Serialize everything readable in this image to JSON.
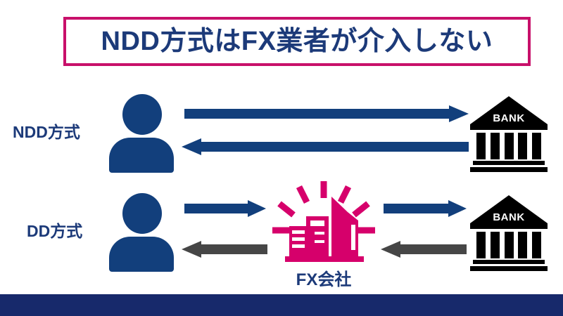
{
  "page": {
    "title_text": "NDD方式はFX業者が介入しない",
    "background_color": "#ffffff"
  },
  "colors": {
    "navy": "#123f7c",
    "navy_dark_text": "#1c3a79",
    "crimson": "#c8106a",
    "gray": "#464646",
    "black": "#000000",
    "bottom_bar": "#17296b"
  },
  "rows": [
    {
      "id": "ndd",
      "label": "NDD方式",
      "left_actor": "person-icon",
      "right_actor": "bank-icon",
      "right_actor_label": "BANK",
      "arrows": [
        {
          "name": "ndd-outbound-arrow",
          "direction": "right",
          "color": "#123f7c"
        },
        {
          "name": "ndd-inbound-arrow",
          "direction": "left",
          "color": "#123f7c"
        }
      ]
    },
    {
      "id": "dd",
      "label": "DD方式",
      "left_actor": "person-icon",
      "middle_actor": "fx-company-icon",
      "middle_actor_label": "FX会社",
      "right_actor": "bank-icon",
      "right_actor_label": "BANK",
      "arrows": [
        {
          "name": "dd-person-to-fx-arrow",
          "direction": "right",
          "color": "#123f7c"
        },
        {
          "name": "dd-fx-to-bank-arrow",
          "direction": "right",
          "color": "#123f7c"
        },
        {
          "name": "dd-bank-to-fx-arrow",
          "direction": "left",
          "color": "#464646"
        },
        {
          "name": "dd-fx-to-person-arrow",
          "direction": "left",
          "color": "#464646"
        }
      ]
    }
  ],
  "bank": {
    "word": "BANK",
    "column_count": 5
  },
  "fx_company": {
    "label": "FX会社",
    "ray_count": 7,
    "color": "#d6006b"
  }
}
